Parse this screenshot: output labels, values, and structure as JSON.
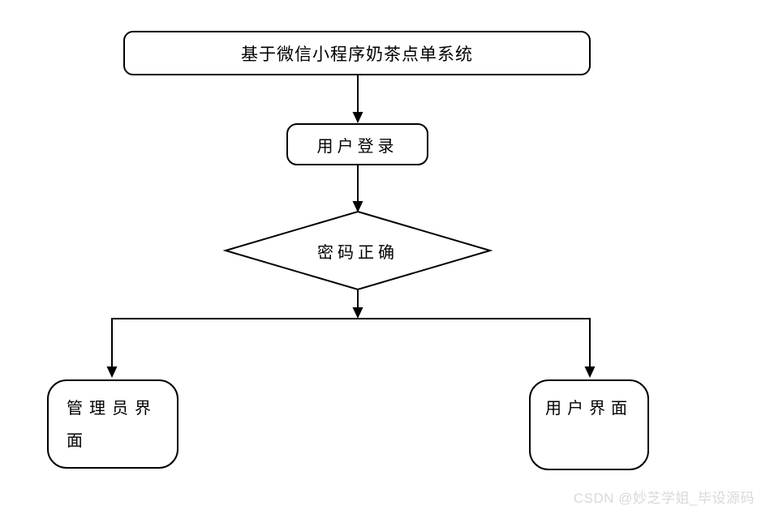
{
  "diagram": {
    "type": "flowchart",
    "nodes": {
      "title_node": {
        "shape": "rounded-rectangle",
        "label": "基于微信小程序奶茶点单系统"
      },
      "login_node": {
        "shape": "rounded-rectangle",
        "label": "用户登录"
      },
      "decision_node": {
        "shape": "diamond",
        "label": "密码正确"
      },
      "admin_node": {
        "shape": "rounded-rectangle",
        "label": "管理员界面"
      },
      "user_node": {
        "shape": "rounded-rectangle",
        "label": "用户界面"
      }
    },
    "edges": [
      {
        "from": "title_node",
        "to": "login_node",
        "style": "arrow-down"
      },
      {
        "from": "login_node",
        "to": "decision_node",
        "style": "arrow-down"
      },
      {
        "from": "decision_node",
        "to": "branch_split",
        "style": "arrow-down"
      },
      {
        "from": "branch_split",
        "to": "admin_node",
        "style": "arrow-down"
      },
      {
        "from": "branch_split",
        "to": "user_node",
        "style": "arrow-down"
      }
    ]
  },
  "watermark": {
    "text": "CSDN @妙芝学姐_毕设源码"
  },
  "colors": {
    "stroke": "#000000",
    "background": "#ffffff",
    "node_fill": "#ffffff",
    "watermark_text": "#d9d9d9"
  }
}
